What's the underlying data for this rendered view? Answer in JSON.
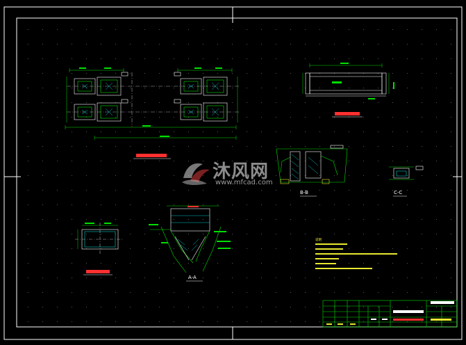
{
  "colors": {
    "frame": "#ffffff",
    "drawing": "#ffffff",
    "dimension": "#00e000",
    "hatch": "#00c8c8",
    "title_red": "#ff3030",
    "note_yellow": "#e8e830",
    "magenta": "#ff30ff",
    "watermark_mark": "#c8c8c8"
  },
  "watermark": {
    "logo_icon": "mf-logo-icon",
    "cn": "沐风网",
    "url": "www.mfcad.com"
  },
  "section_labels": {
    "b_b": "B-B",
    "c_c": "C-C",
    "a_a": "A-A"
  },
  "notes_title": "说明",
  "view_icons": [
    "red-view-label-1",
    "red-view-label-2",
    "red-view-label-3",
    "red-view-label-4"
  ]
}
